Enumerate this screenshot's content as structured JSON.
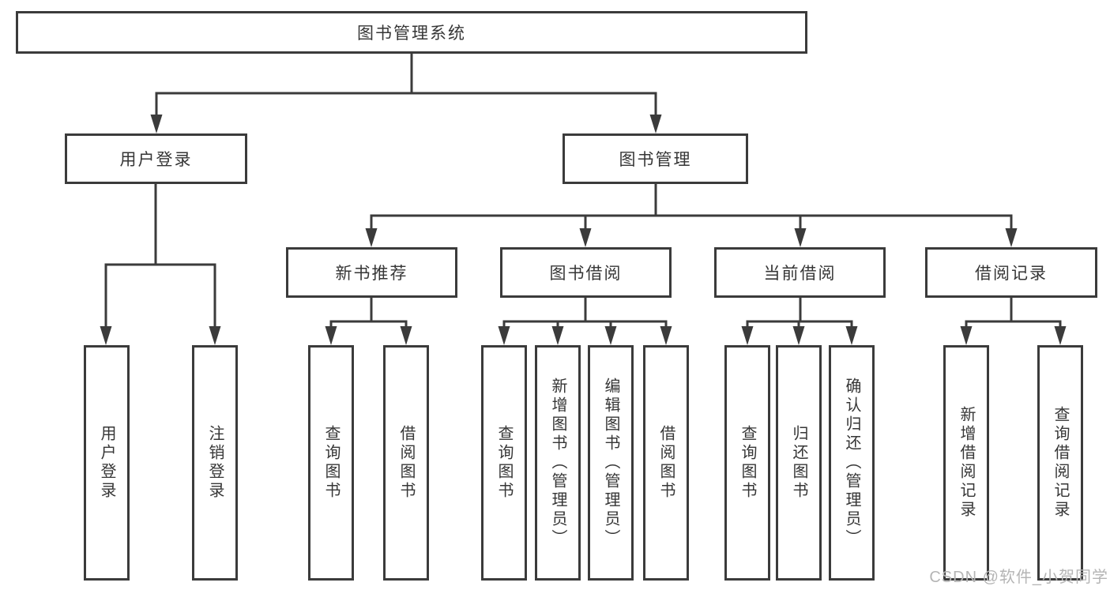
{
  "diagram": {
    "background": "#ffffff",
    "line_color": "#3b3b3b",
    "text_color": "#363636",
    "watermark": {
      "text": "CSDN @软件_小贺同学",
      "color": "#b5b5b5"
    },
    "tree": {
      "label": "图书管理系统",
      "children": [
        {
          "label": "用户登录",
          "children": [
            {
              "label": "用户登录"
            },
            {
              "label": "注销登录"
            }
          ]
        },
        {
          "label": "图书管理",
          "children": [
            {
              "label": "新书推荐",
              "children": [
                {
                  "label": "查询图书"
                },
                {
                  "label": "借阅图书"
                }
              ]
            },
            {
              "label": "图书借阅",
              "children": [
                {
                  "label": "查询图书"
                },
                {
                  "label": "新增图书（管理员）"
                },
                {
                  "label": "编辑图书（管理员）"
                },
                {
                  "label": "借阅图书"
                }
              ]
            },
            {
              "label": "当前借阅",
              "children": [
                {
                  "label": "查询图书"
                },
                {
                  "label": "归还图书"
                },
                {
                  "label": "确认归还（管理员）"
                }
              ]
            },
            {
              "label": "借阅记录",
              "children": [
                {
                  "label": "新增借阅记录"
                },
                {
                  "label": "查询借阅记录"
                }
              ]
            }
          ]
        }
      ]
    }
  }
}
